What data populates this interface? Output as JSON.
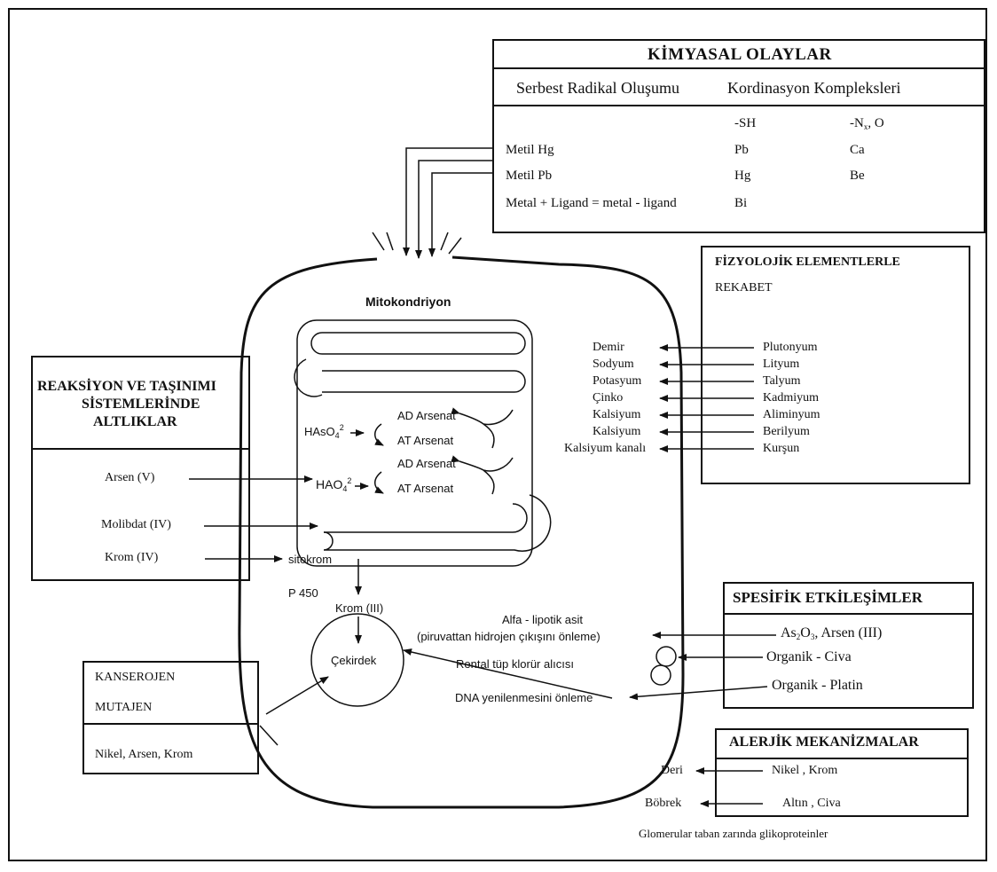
{
  "kimyasal": {
    "title": "KİMYASAL OLAYLAR",
    "col1_head": "Serbest Radikal Oluşumu",
    "col2_head": "Kordinasyon Kompleksleri",
    "sh": "-SH",
    "nx_o_main": "-N",
    "nx_o_sub": "x",
    "nx_o_tail": ", O",
    "rows": [
      {
        "left": "Metil Hg",
        "mid": "Pb",
        "right": "Ca"
      },
      {
        "left": "Metil Pb",
        "mid": "Hg",
        "right": "Be"
      },
      {
        "left": "Metal + Ligand = metal - ligand",
        "mid": "Bi",
        "right": ""
      }
    ]
  },
  "fizyolojik": {
    "title": "FİZYOLOJİK ELEMENTLERLE",
    "subtitle": "REKABET",
    "pairs": [
      {
        "element": "Demir",
        "competitor": "Plutonyum"
      },
      {
        "element": "Sodyum",
        "competitor": "Lityum"
      },
      {
        "element": "Potasyum",
        "competitor": "Talyum"
      },
      {
        "element": "Çinko",
        "competitor": "Kadmiyum"
      },
      {
        "element": "Kalsiyum",
        "competitor": "Aliminyum"
      },
      {
        "element": "Kalsiyum",
        "competitor": "Berilyum"
      },
      {
        "element": "Kalsiyum kanalı",
        "competitor": "Kurşun"
      }
    ]
  },
  "cell": {
    "mito_title": "Mitokondriyon",
    "hasO4": "HAsO",
    "hao4": "HAO",
    "four": "4",
    "two": "2",
    "ad_arsenat": "AD Arsenat",
    "at_arsenat": "AT Arsenat",
    "sitokrom": "sitokrom",
    "p450": "P 450",
    "krom3": "Krom (III)",
    "cekirdek": "Çekirdek",
    "alfa": "Alfa - lipotik asit",
    "piruvat": "(piruvattan hidrojen çıkışını önleme)",
    "rental": "Rental tüp klorür alıcısı",
    "dna": "DNA yenilenmesini önleme"
  },
  "reaksiyon": {
    "title_l1": "REAKSİYON VE TAŞINIMI",
    "title_l2": "SİSTEMLERİNDE",
    "title_l3": "ALTLIKLAR",
    "items": [
      "Arsen (V)",
      "Molibdat (IV)",
      "Krom (IV)"
    ]
  },
  "spesifik": {
    "title": "SPESİFİK ETKİLEŞİMLER",
    "as2o3_a": "As",
    "as2o3_b": "2",
    "as2o3_c": "O",
    "as2o3_d": "3",
    "as2o3_e": ", Arsen (III)",
    "items": [
      "Organik - Civa",
      "Organik - Platin"
    ]
  },
  "kanserojen": {
    "l1": "KANSEROJEN",
    "l2": "MUTAJEN",
    "items": "Nikel, Arsen, Krom"
  },
  "alerjik": {
    "title": "ALERJİK MEKANİZMALAR",
    "rows": [
      {
        "target": "Deri",
        "agent": "Nikel , Krom"
      },
      {
        "target": "Böbrek",
        "agent": "Altın , Civa"
      }
    ],
    "footnote": "Glomerular taban zarında glikoproteinler"
  }
}
